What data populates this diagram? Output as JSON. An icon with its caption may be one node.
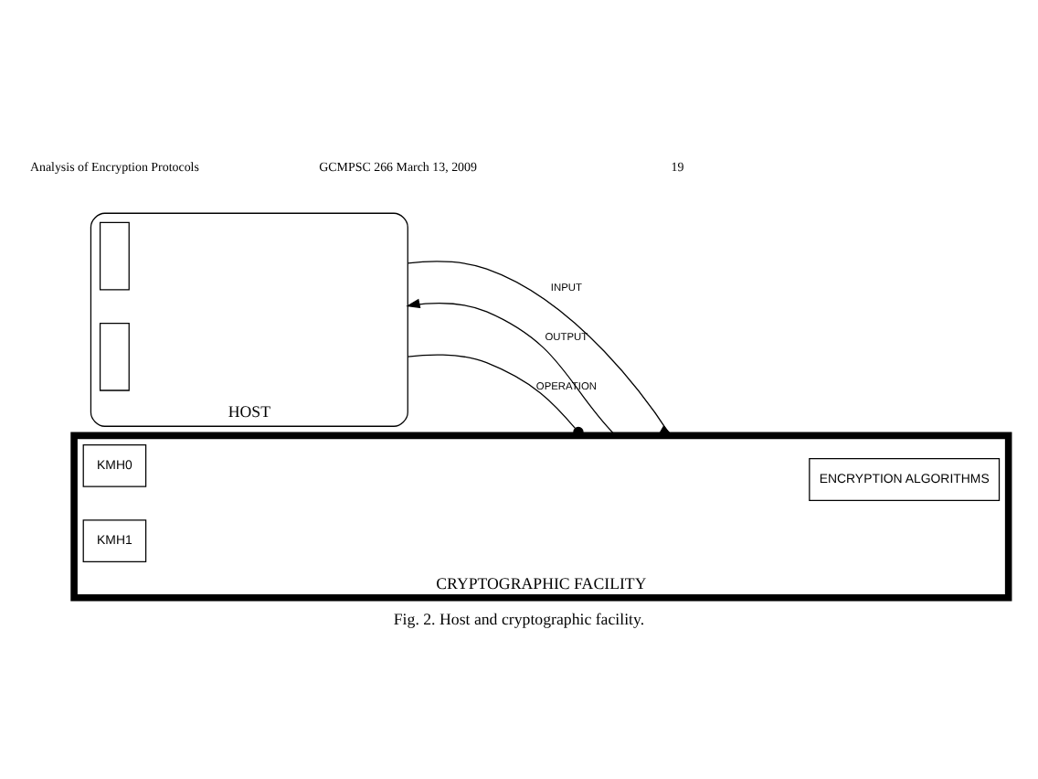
{
  "diagram": {
    "caption": "Fig. 2. Host and cryptographic facility.",
    "nodes": [
      {
        "text": [
          "HOST"
        ]
      },
      {
        "text": [],
        "shape": "box",
        "in": 0
      },
      {
        "text": [],
        "shape": "box",
        "in": 0
      },
      {
        "text": [
          "CRYPTOGRAPHIC FACILITY"
        ]
      },
      {
        "text": [
          "ENCRYPTION ALGORITHMS"
        ],
        "in": 3
      },
      {
        "text": [
          "KMH0"
        ],
        "in": 3
      },
      {
        "text": [
          "KMH1"
        ],
        "in": 3
      }
    ],
    "edges": [
      {
        "from": 0,
        "to": 3,
        "arrow": "to",
        "label": "INPUT"
      },
      {
        "from": 3,
        "to": 0,
        "arrow": "to",
        "label": "OUTPUT"
      },
      {
        "from": 0,
        "to": 3,
        "arrow": "other",
        "label": "OPERATION"
      }
    ],
    "labels": [
      "Analysis of Encryption Protocols",
      "GCMPSC 266 March 13, 2009",
      "19"
    ]
  }
}
